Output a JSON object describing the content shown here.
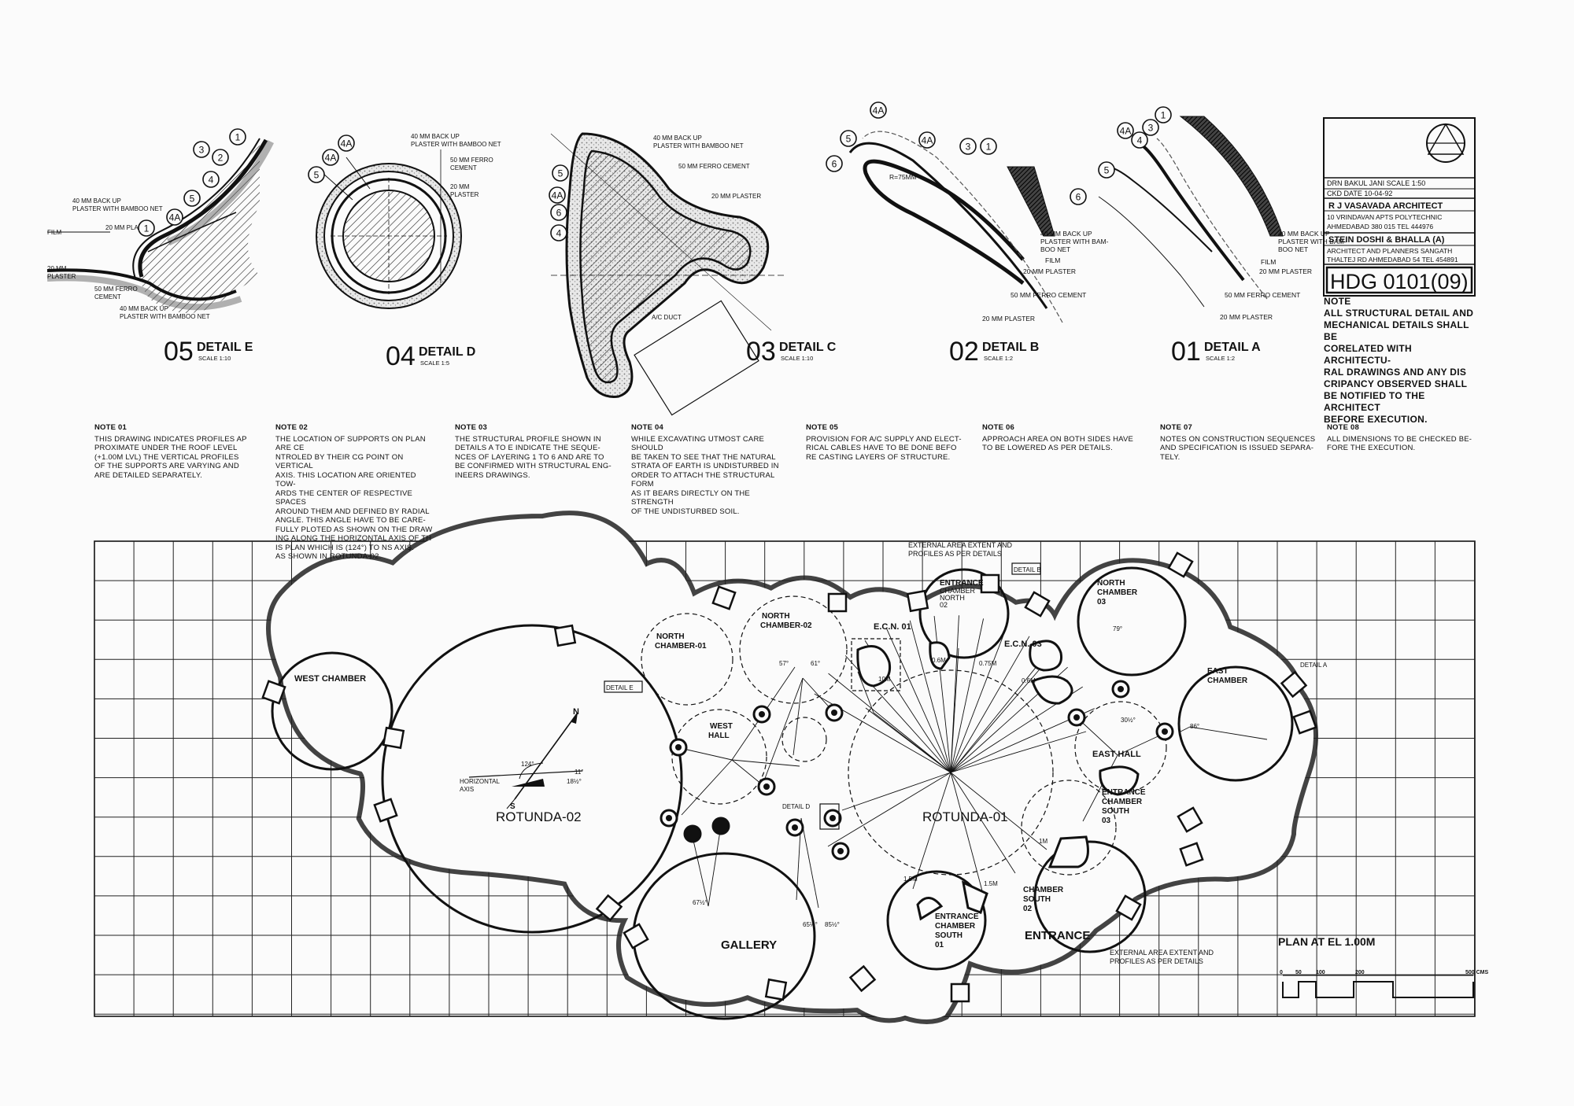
{
  "details": [
    {
      "num": "05",
      "title": "DETAIL E",
      "scale": "SCALE 1:10"
    },
    {
      "num": "04",
      "title": "DETAIL D",
      "scale": "SCALE 1:5"
    },
    {
      "num": "03",
      "title": "DETAIL C",
      "scale": "SCALE 1:10"
    },
    {
      "num": "02",
      "title": "DETAIL B",
      "scale": "SCALE 1:2"
    },
    {
      "num": "01",
      "title": "DETAIL A",
      "scale": "SCALE 1:2"
    }
  ],
  "detail_callouts": {
    "back_up_plaster": "40 MM BACK UP",
    "plaster_bamboo": "PLASTER WITH BAMBOO NET",
    "ferro_cement": "50 MM FERRO CEMENT",
    "plaster_20": "20 MM PLASTER",
    "film": "FILM",
    "ac_duct": "A/C DUCT",
    "bamboo_net": "BAMBOO NET",
    "plaster": "PLASTER",
    "ferro": "50 MM FERRO",
    "cement": "CEMENT",
    "mm20": "20 MM",
    "back_up_plaster_short": "BACK UP PLASTER WITH",
    "with_bam": "PLASTER WITH BAM-",
    "boo_net": "BOO NET",
    "dim_radius": "R=75MM"
  },
  "bubbles": [
    "1",
    "2",
    "3",
    "4",
    "4A",
    "5",
    "6"
  ],
  "title_block": {
    "drn": "DRN BAKUL JANI  SCALE 1:50",
    "ckd": "CKD              DATE  10-04-92",
    "architect": "R J VASAVADA ARCHITECT",
    "address1": "10 VRINDAVAN APTS  POLYTECHNIC",
    "address2": "AHMEDABAD  380 015  TEL 444976",
    "firm": "STEIN DOSHI & BHALLA (A)",
    "firm_desc": "ARCHITECT AND PLANNERS SANGATH",
    "firm_addr": "THALTEJ RD AHMEDABAD 54  TEL 454891",
    "drawing_no": "HDG 0101(09)"
  },
  "side_note": {
    "title": "NOTE",
    "body": "ALL STRUCTURAL DETAIL AND\nMECHANICAL DETAILS SHALL BE\nCORELATED WITH ARCHITECTU-\nRAL DRAWINGS AND ANY DIS\nCRIPANCY OBSERVED SHALL\nBE NOTIFIED TO THE ARCHITECT\nBEFORE EXECUTION."
  },
  "notes": [
    {
      "title": "NOTE 01",
      "body": "THIS DRAWING INDICATES PROFILES AP\nPROXIMATE UNDER THE ROOF LEVEL\n(+1.00M LVL) THE VERTICAL PROFILES\nOF THE SUPPORTS ARE VARYING AND\nARE DETAILED SEPARATELY."
    },
    {
      "title": "NOTE 02",
      "body": "THE LOCATION OF SUPPORTS ON PLAN ARE CE\nNTROLED BY THEIR CG POINT ON VERTICAL\nAXIS. THIS LOCATION ARE ORIENTED TOW-\nARDS THE CENTER OF RESPECTIVE SPACES\nAROUND THEM AND DEFINED BY RADIAL\nANGLE. THIS ANGLE HAVE TO BE CARE-\nFULLY PLOTED AS SHOWN ON THE DRAW\nING ALONG THE HORIZONTAL AXIS OF TH\nIS PLAN WHICH IS (124°) TO NS AXIS.\nAS SHOWN IN ROTUNDA-02."
    },
    {
      "title": "NOTE 03",
      "body": "THE STRUCTURAL PROFILE SHOWN IN\nDETAILS A TO E INDICATE THE SEQUE-\nNCES OF LAYERING 1 TO 6 AND ARE TO\nBE CONFIRMED WITH STRUCTURAL ENG-\nINEERS DRAWINGS."
    },
    {
      "title": "NOTE 04",
      "body": "WHILE EXCAVATING UTMOST CARE SHOULD\nBE TAKEN TO SEE THAT THE NATURAL\nSTRATA OF EARTH IS UNDISTURBED IN\nORDER TO ATTACH THE STRUCTURAL FORM\nAS IT BEARS DIRECTLY ON THE STRENGTH\nOF THE UNDISTURBED SOIL."
    },
    {
      "title": "NOTE 05",
      "body": "PROVISION FOR A/C SUPPLY AND ELECT-\nRICAL CABLES HAVE TO BE DONE BEFO\nRE CASTING LAYERS OF STRUCTURE."
    },
    {
      "title": "NOTE 06",
      "body": "APPROACH AREA ON BOTH SIDES HAVE\nTO BE LOWERED AS PER DETAILS."
    },
    {
      "title": "NOTE 07",
      "body": "NOTES ON CONSTRUCTION SEQUENCES\nAND SPECIFICATION IS ISSUED SEPARA-\nTELY."
    },
    {
      "title": "NOTE 08",
      "body": "ALL DIMENSIONS TO BE CHECKED BE-\nFORE THE EXECUTION."
    }
  ],
  "plan": {
    "title": "PLAN AT EL   1.00M",
    "scale_ticks": [
      "0",
      "50",
      "100",
      "200",
      "500 CMS"
    ],
    "external_note_top": "EXTERNAL AREA EXTENT AND",
    "external_note_top2": "PROFILES AS PER DETAILS",
    "external_note_bottom": "EXTERNAL AREA EXTENT AND",
    "external_note_bottom2": "PROFILES AS PER DETAILS",
    "north": "N",
    "south": "S",
    "horizontal_axis": "HORIZONTAL",
    "axis": "AXIS",
    "spaces": {
      "west_chamber": "WEST CHAMBER",
      "rotunda_02": "ROTUNDA-02",
      "rotunda_01": "ROTUNDA-01",
      "north_chamber_01a": "NORTH",
      "north_chamber_01b": "CHAMBER-01",
      "north_chamber_02a": "NORTH",
      "north_chamber_02b": "CHAMBER-02",
      "west_hall_a": "WEST",
      "west_hall_b": "HALL",
      "gallery": "GALLERY",
      "ecn_01": "E.C.N. 01",
      "ecn_03": "E.C.N. 03",
      "entrance_north_a": "ENTRANCE",
      "entrance_north_b": "CHAMBER",
      "entrance_north_c": "NORTH",
      "entrance_north_d": "02",
      "north_chamber_03a": "NORTH",
      "north_chamber_03b": "CHAMBER",
      "north_chamber_03c": "03",
      "east_chamber_a": "EAST",
      "east_chamber_b": "CHAMBER",
      "east_hall": "EAST HALL",
      "ent_south_03a": "ENTRANCE",
      "ent_south_03b": "CHAMBER",
      "ent_south_03c": "SOUTH",
      "ent_south_03d": "03",
      "chamber_south_02a": "CHAMBER",
      "chamber_south_02b": "SOUTH",
      "chamber_south_02c": "02",
      "entrance": "ENTRANCE",
      "ent_south_01a": "ENTRANCE",
      "ent_south_01b": "CHAMBER",
      "ent_south_01c": "SOUTH",
      "ent_south_01d": "01"
    },
    "tags": {
      "detail_e": "DETAIL E",
      "detail_b": "DETAIL B",
      "detail_a": "DETAIL A",
      "detail_d": "DETAIL D"
    },
    "dims": {
      "d1": "1.5M",
      "d2": "1.5M",
      "d3": "0.6M",
      "d4": "0.75M",
      "d5": "0.6M",
      "d6": "10M",
      "d7": "1M",
      "a1": "124°",
      "a2": "11°",
      "a3": "18½°",
      "a4": "57°",
      "a5": "61°",
      "a6": "79°",
      "a7": "65½°",
      "a8": "85½°",
      "a9": "67½°",
      "a10": "30½°",
      "a11": "86°"
    }
  }
}
